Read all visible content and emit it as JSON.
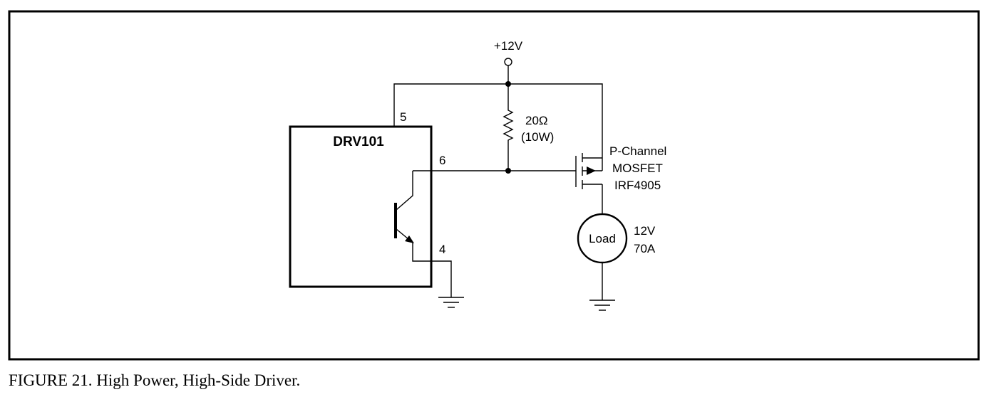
{
  "figure": {
    "caption": "FIGURE 21. High Power, High-Side Driver."
  },
  "diagram": {
    "supply_label": "+12V",
    "ic": {
      "name": "DRV101",
      "pins": {
        "vs": "5",
        "out": "6",
        "gnd": "4"
      }
    },
    "resistor": {
      "value": "20Ω",
      "rating": "(10W)"
    },
    "mosfet": {
      "line1": "P-Channel",
      "line2": "MOSFET",
      "line3": "IRF4905"
    },
    "load": {
      "label": "Load",
      "voltage": "12V",
      "current": "70A"
    }
  }
}
